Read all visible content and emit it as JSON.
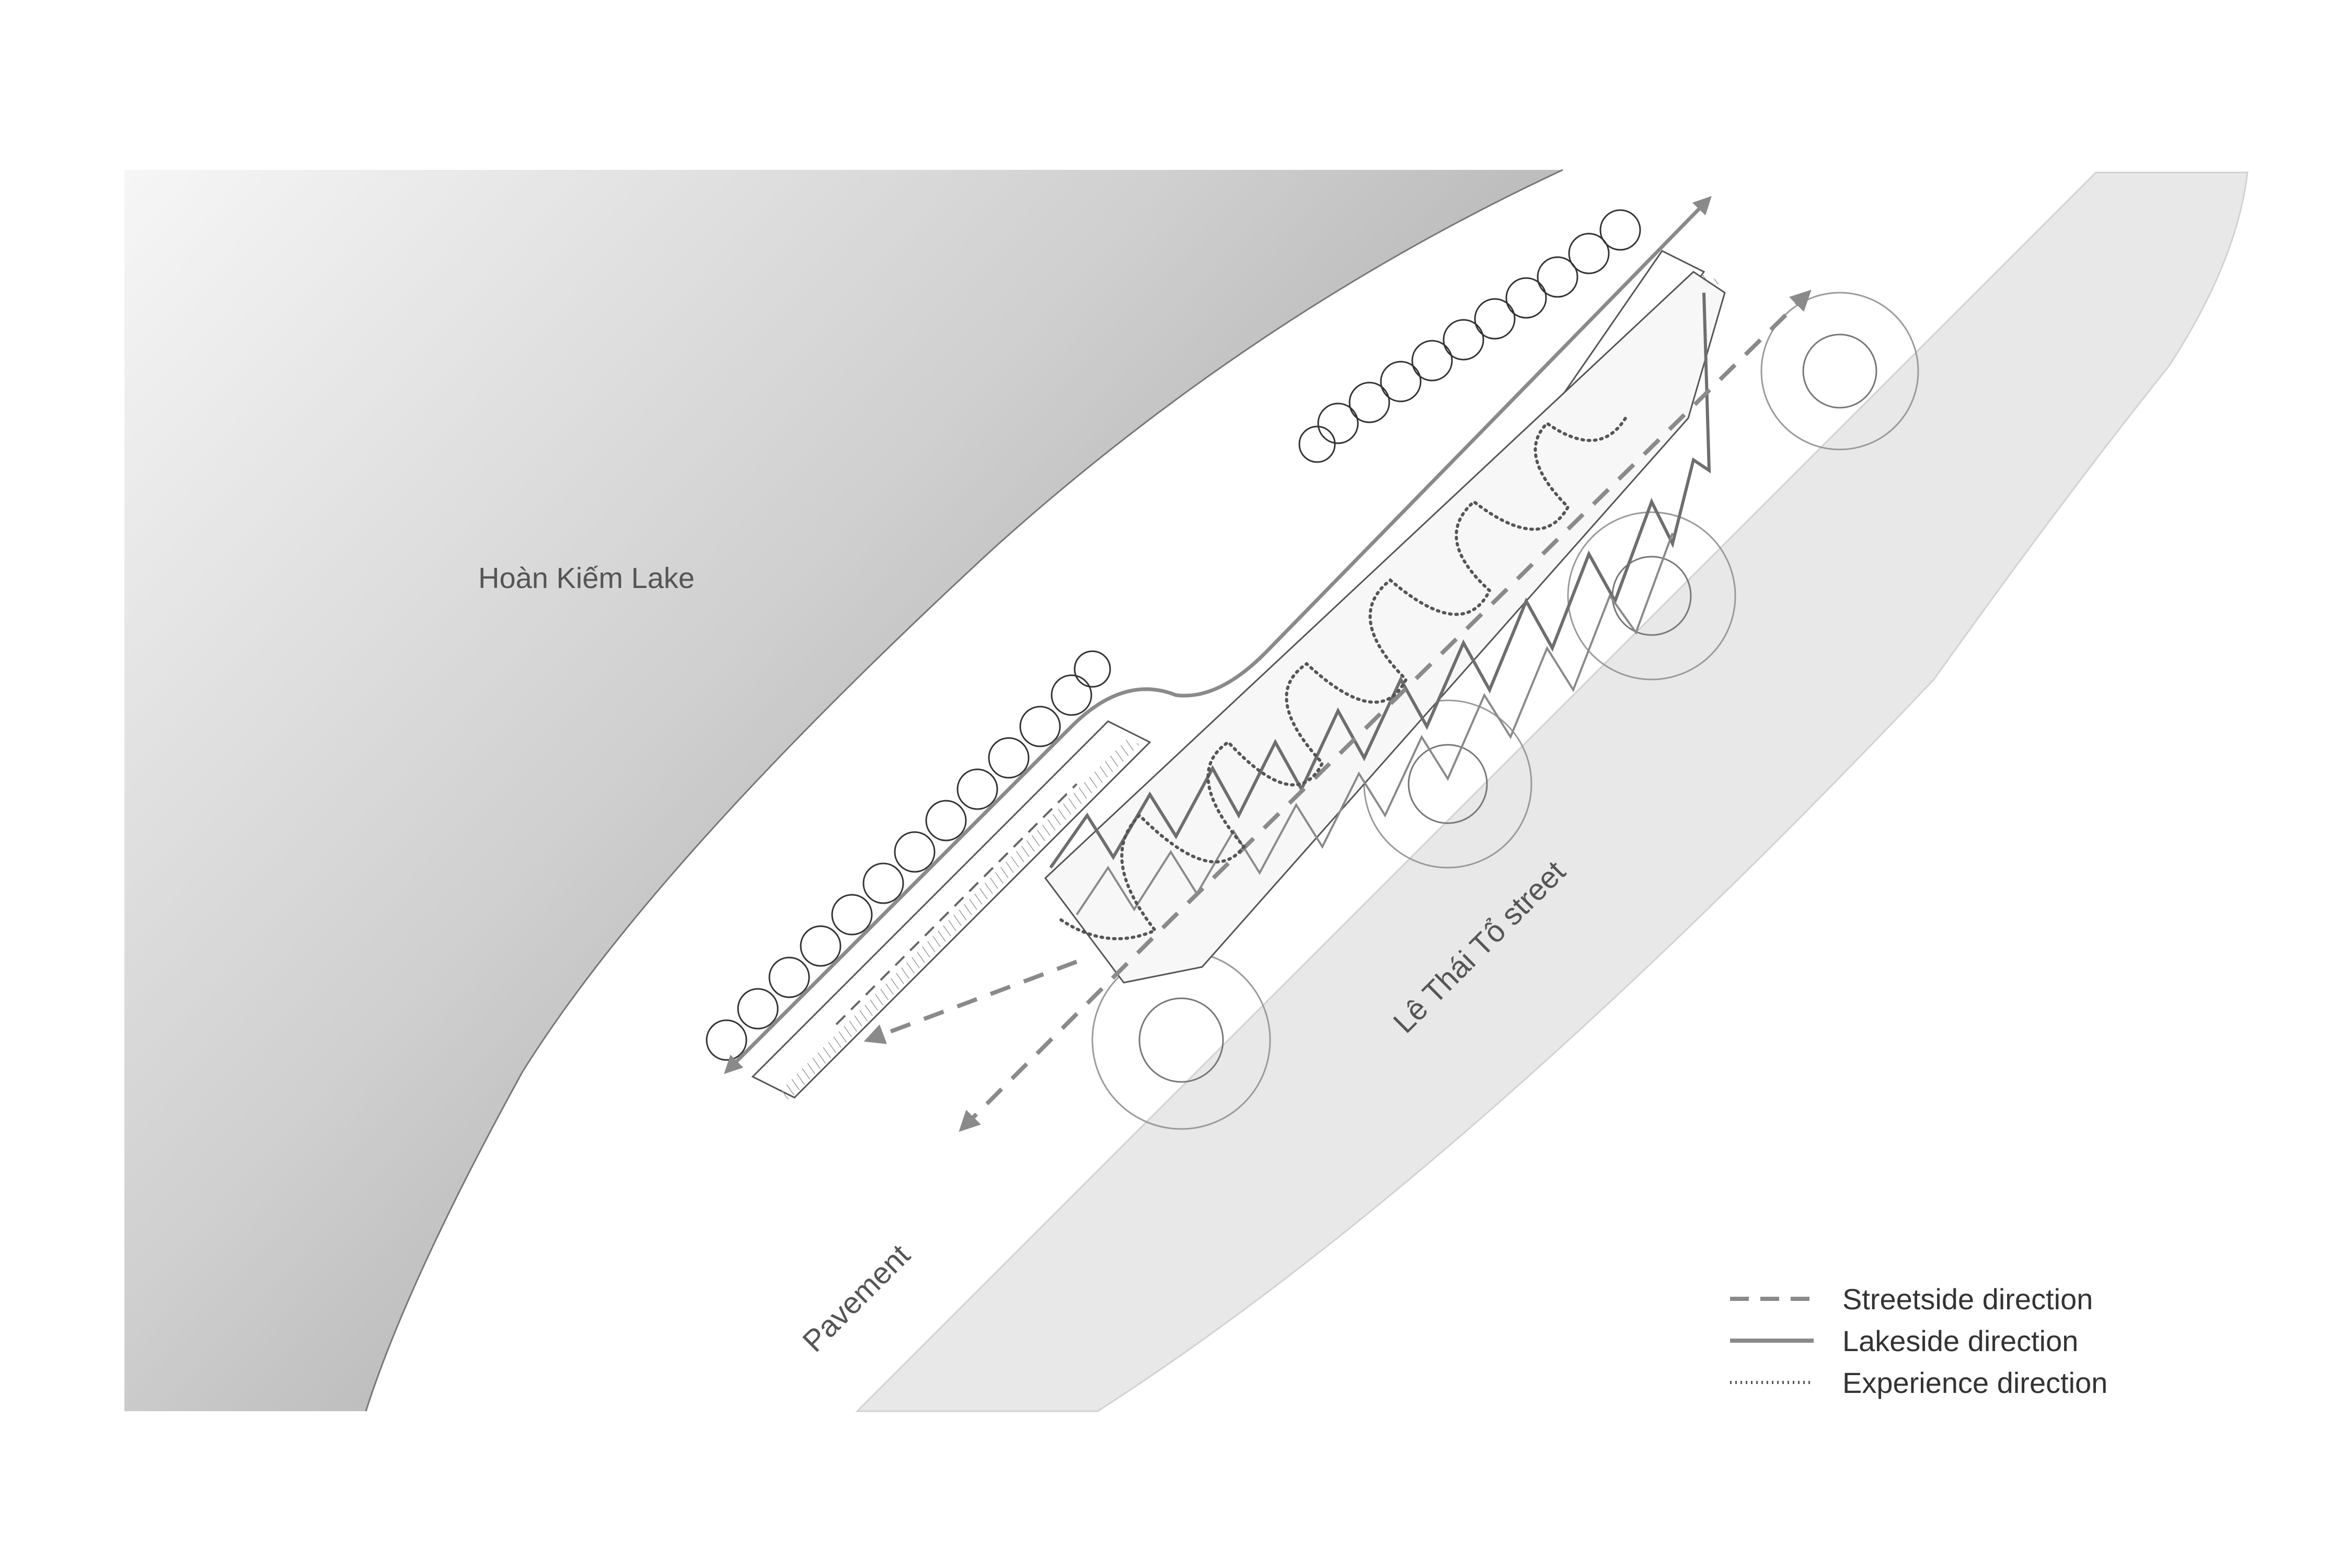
{
  "labels": {
    "lake": "Hoàn Kiếm Lake",
    "street": "Lê Thái Tổ street",
    "pavement": "Pavement"
  },
  "legend": {
    "items": [
      {
        "style": "dashed",
        "label": "Streetside direction"
      },
      {
        "style": "solid",
        "label": "Lakeside direction"
      },
      {
        "style": "dotted",
        "label": "Experience direction"
      }
    ]
  },
  "colors": {
    "lake_dark": "#8c8c8c",
    "lake_light": "#f4f4f4",
    "street": "#e8e8e8",
    "arrow": "#8a8a8a",
    "structure": "#6e6e6e",
    "experience": "#555555"
  }
}
